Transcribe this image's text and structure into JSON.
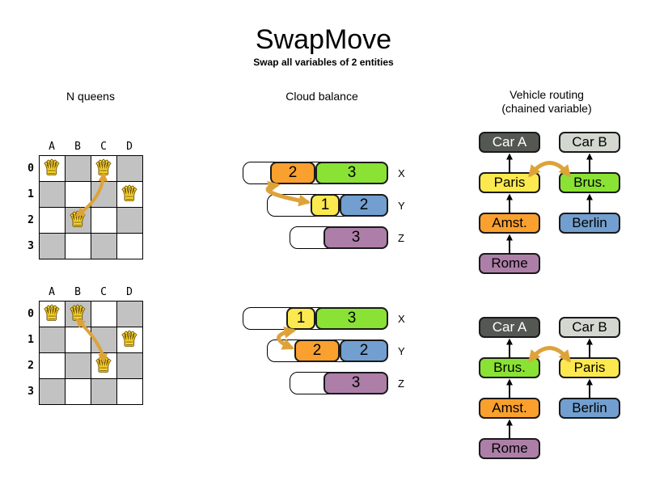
{
  "title": "SwapMove",
  "subtitle": "Swap all variables of 2 entities",
  "headers": {
    "nqueens": "N queens",
    "cloud": "Cloud balance",
    "vehicle_line1": "Vehicle routing",
    "vehicle_line2": "(chained variable)"
  },
  "icons": {
    "queen": "♛"
  },
  "colors": {
    "orange": "#f9a02e",
    "green": "#8ae234",
    "yellow": "#fce94f",
    "blue": "#729fcf",
    "purple": "#ad7fa8",
    "dark_gray": "#555753",
    "light_gray": "#d3d7cf",
    "board_gray": "#c2c2c2",
    "swap_arrow": "#dda339",
    "chain_arrow": "#000000"
  },
  "nqueens": {
    "col_labels": [
      "A",
      "B",
      "C",
      "D"
    ],
    "row_labels": [
      "0",
      "1",
      "2",
      "3"
    ],
    "boards": [
      {
        "name": "before",
        "queens": [
          {
            "col": 0,
            "row": 0
          },
          {
            "col": 2,
            "row": 0
          },
          {
            "col": 3,
            "row": 1
          },
          {
            "col": 1,
            "row": 2
          }
        ],
        "swap_arrow": {
          "from": {
            "col": 2,
            "row": 0
          },
          "to": {
            "col": 1,
            "row": 2
          }
        }
      },
      {
        "name": "after",
        "queens": [
          {
            "col": 0,
            "row": 0
          },
          {
            "col": 1,
            "row": 0
          },
          {
            "col": 3,
            "row": 1
          },
          {
            "col": 2,
            "row": 2
          }
        ],
        "swap_arrow": {
          "from": {
            "col": 1,
            "row": 0
          },
          "to": {
            "col": 2,
            "row": 2
          }
        }
      }
    ]
  },
  "cloud": {
    "groups": [
      {
        "name": "before",
        "rows": [
          {
            "label": "X",
            "blocks": [
              {
                "value": "2",
                "color": "orange",
                "width": 56
              },
              {
                "value": "3",
                "color": "green",
                "width": 90
              }
            ]
          },
          {
            "label": "Y",
            "blocks": [
              {
                "value": "1",
                "color": "yellow",
                "width": 36
              },
              {
                "value": "2",
                "color": "blue",
                "width": 60
              }
            ]
          },
          {
            "label": "Z",
            "blocks": [
              {
                "value": "3",
                "color": "purple",
                "width": 80
              }
            ]
          }
        ]
      },
      {
        "name": "after",
        "rows": [
          {
            "label": "X",
            "blocks": [
              {
                "value": "1",
                "color": "yellow",
                "width": 36
              },
              {
                "value": "3",
                "color": "green",
                "width": 90
              }
            ]
          },
          {
            "label": "Y",
            "blocks": [
              {
                "value": "2",
                "color": "orange",
                "width": 56
              },
              {
                "value": "2",
                "color": "blue",
                "width": 60
              }
            ]
          },
          {
            "label": "Z",
            "blocks": [
              {
                "value": "3",
                "color": "purple",
                "width": 80
              }
            ]
          }
        ]
      }
    ]
  },
  "vehicle": {
    "groups": [
      {
        "name": "before",
        "chains": [
          {
            "boxes": [
              {
                "label": "Car A",
                "color": "dark_gray",
                "text": "#ffffff"
              },
              {
                "label": "Paris",
                "color": "yellow"
              },
              {
                "label": "Amst.",
                "color": "orange"
              },
              {
                "label": "Rome",
                "color": "purple"
              }
            ]
          },
          {
            "boxes": [
              {
                "label": "Car B",
                "color": "light_gray"
              },
              {
                "label": "Brus.",
                "color": "green"
              },
              {
                "label": "Berlin",
                "color": "blue"
              }
            ]
          }
        ]
      },
      {
        "name": "after",
        "chains": [
          {
            "boxes": [
              {
                "label": "Car A",
                "color": "dark_gray",
                "text": "#ffffff"
              },
              {
                "label": "Brus.",
                "color": "green"
              },
              {
                "label": "Amst.",
                "color": "orange"
              },
              {
                "label": "Rome",
                "color": "purple"
              }
            ]
          },
          {
            "boxes": [
              {
                "label": "Car B",
                "color": "light_gray"
              },
              {
                "label": "Paris",
                "color": "yellow"
              },
              {
                "label": "Berlin",
                "color": "blue"
              }
            ]
          }
        ]
      }
    ]
  }
}
